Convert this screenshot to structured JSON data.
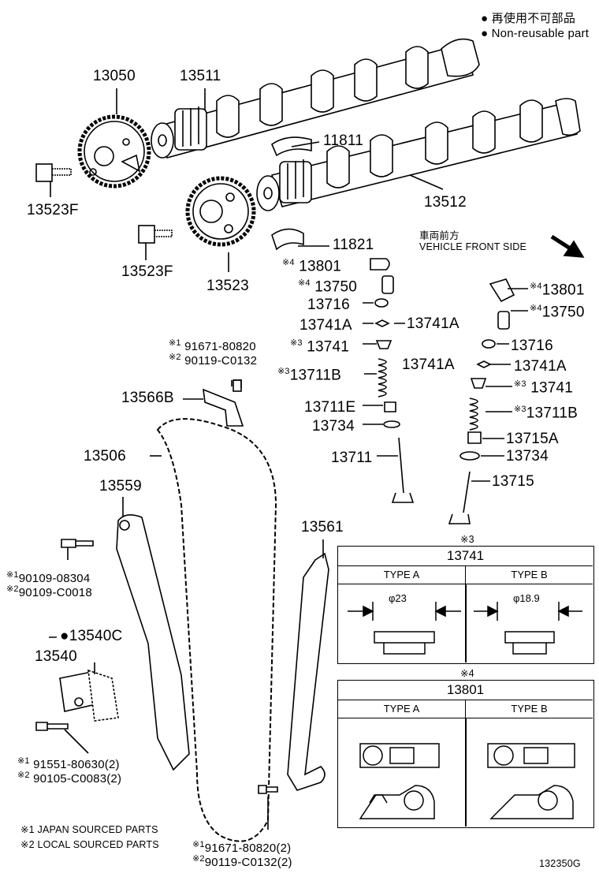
{
  "legend": {
    "jp": "再使用不可部品",
    "en": "Non-reusable part"
  },
  "vehicle_front": {
    "jp": "車両前方",
    "en": "VEHICLE FRONT SIDE"
  },
  "parts": {
    "p13050": "13050",
    "p13511": "13511",
    "p11811": "11811",
    "p13512": "13512",
    "p13523F_a": "13523F",
    "p13523F_b": "13523F",
    "p13523": "13523",
    "p11821": "11821",
    "p13801_l": "13801",
    "p13750_l": "13750",
    "p13716_l": "13716",
    "p13741A_l1": "13741A",
    "p13741A_l2": "13741A",
    "p13741_l": "13741",
    "p13711B_l": "13711B",
    "p13711E": "13711E",
    "p13734_l": "13734",
    "p13711": "13711",
    "p13801_r": "13801",
    "p13750_r": "13750",
    "p13716_r": "13716",
    "p13741A_r1": "13741A",
    "p13741A_r2": "13741A",
    "p13741_r": "13741",
    "p13711B_r": "13711B",
    "p13715A": "13715A",
    "p13734_r": "13734",
    "p13715": "13715",
    "bolt1_a": "91671-80820",
    "bolt1_b": "90119-C0132",
    "p13566B": "13566B",
    "p13506": "13506",
    "p13559": "13559",
    "p13561": "13561",
    "bolt2_a": "90109-08304",
    "bolt2_b": "90109-C0018",
    "p13540C": "13540C",
    "p13540": "13540",
    "bolt3_a": "91551-80630(2)",
    "bolt3_b": "90105-C0083(2)",
    "bolt4_a": "91671-80820(2)",
    "bolt4_b": "90119-C0132(2)"
  },
  "marks": {
    "m1": "※1",
    "m2": "※2",
    "m3": "※3",
    "m4": "※4",
    "bullet": "●"
  },
  "table_13741": {
    "title": "13741",
    "col_a": "TYPE A",
    "col_b": "TYPE B",
    "dim_a": "φ23",
    "dim_b": "φ18.9"
  },
  "note_13801": "※4",
  "table_13801": {
    "title": "13801",
    "col_a": "TYPE A",
    "col_b": "TYPE B"
  },
  "footnotes": {
    "f1": "※1 JAPAN SOURCED PARTS",
    "f2": "※2 LOCAL SOURCED PARTS"
  },
  "figure_id": "132350G"
}
